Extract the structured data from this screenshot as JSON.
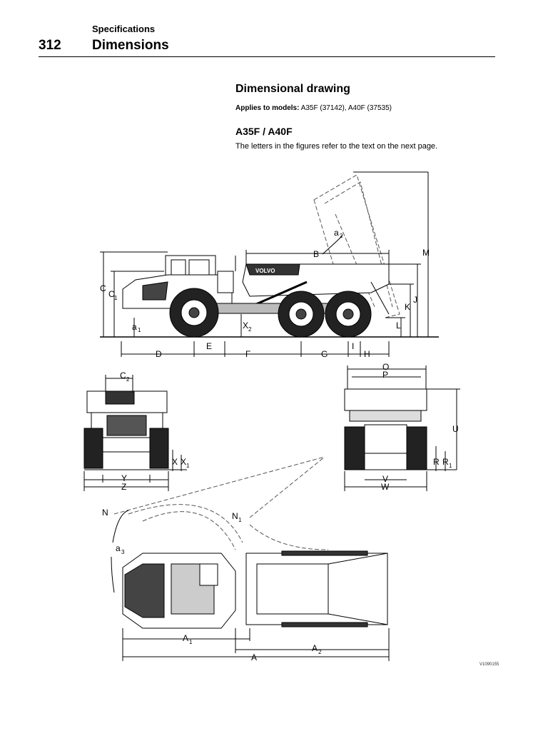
{
  "header": {
    "section": "Specifications",
    "page_number": "312",
    "title": "Dimensions"
  },
  "content": {
    "heading": "Dimensional drawing",
    "applies_label": "Applies to models:",
    "applies_models": "A35F (37142), A40F (37535)",
    "subheading": "A35F / A40F",
    "note": "The letters in the figures refer to the text on the next page."
  },
  "figure": {
    "side_view": {
      "letters": {
        "a2": "a",
        "a2_sub": "2",
        "B": "B",
        "M": "M",
        "C": "C",
        "C1": "C",
        "C1_sub": "1",
        "J": "J",
        "K": "K",
        "L": "L",
        "a1": "a",
        "a1_sub": "1",
        "X2": "X",
        "X2_sub": "2",
        "D": "D",
        "E": "E",
        "F": "F",
        "G": "G",
        "I": "I",
        "H": "H",
        "brand": "VOLVO"
      }
    },
    "front_view": {
      "letters": {
        "C2": "C",
        "C2_sub": "2",
        "X": "X",
        "X1": "X",
        "X1_sub": "1",
        "Y": "Y",
        "Z": "Z"
      }
    },
    "rear_view": {
      "letters": {
        "O": "O",
        "P": "P",
        "U": "U",
        "R": "R",
        "R1": "R",
        "R1_sub": "1",
        "V": "V",
        "W": "W"
      }
    },
    "top_view": {
      "letters": {
        "N": "N",
        "N1": "N",
        "N1_sub": "1",
        "a3": "a",
        "a3_sub": "3",
        "A1": "A",
        "A1_sub": "1",
        "A2": "A",
        "A2_sub": "2",
        "A": "A"
      }
    },
    "figure_id": "V1090155"
  }
}
